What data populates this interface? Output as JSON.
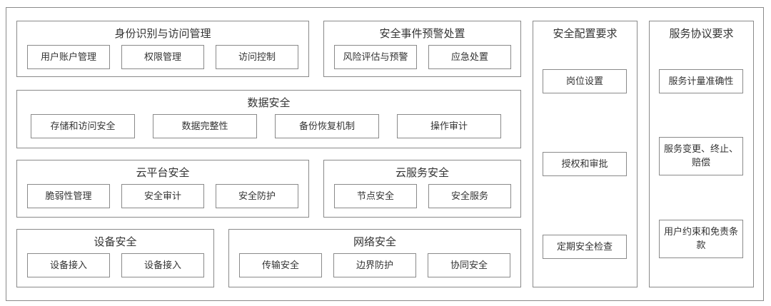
{
  "identity": {
    "title": "身份识别与访问管理",
    "items": [
      "用户账户管理",
      "权限管理",
      "访问控制"
    ]
  },
  "incident": {
    "title": "安全事件预警处置",
    "items": [
      "风险评估与预警",
      "应急处置"
    ]
  },
  "data_security": {
    "title": "数据安全",
    "items": [
      "存储和访问安全",
      "数据完整性",
      "备份恢复机制",
      "操作审计"
    ]
  },
  "cloud_platform": {
    "title": "云平台安全",
    "items": [
      "脆弱性管理",
      "安全审计",
      "安全防护"
    ]
  },
  "cloud_service": {
    "title": "云服务安全",
    "items": [
      "节点安全",
      "安全服务"
    ]
  },
  "device": {
    "title": "设备安全",
    "items": [
      "设备接入",
      "设备接入"
    ]
  },
  "network": {
    "title": "网络安全",
    "items": [
      "传输安全",
      "边界防护",
      "协同安全"
    ]
  },
  "config": {
    "title": "安全配置要求",
    "items": [
      "岗位设置",
      "授权和审批",
      "定期安全检查"
    ]
  },
  "service_agreement": {
    "title": "服务协议要求",
    "items": [
      "服务计量准确性",
      "服务变更、终止、赔偿",
      "用户约束和免责条款"
    ]
  }
}
